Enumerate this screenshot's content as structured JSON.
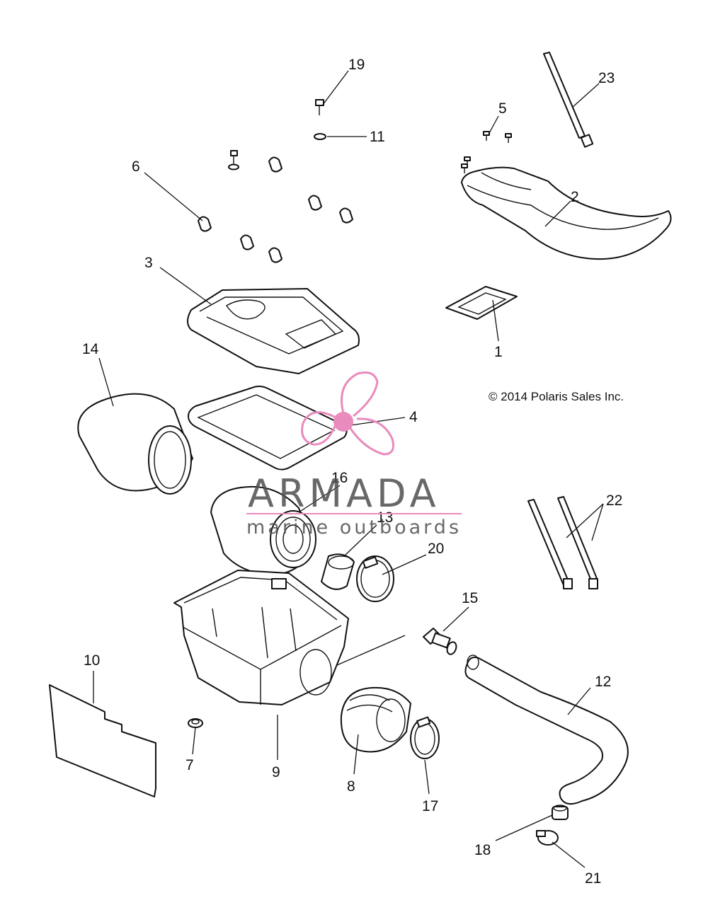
{
  "copyright": "© 2014 Polaris Sales Inc.",
  "watermark": {
    "brand": "ARMADA",
    "tagline": "marine outboards",
    "icon": "propeller-logo",
    "color": "#e98bbd"
  },
  "callouts": [
    "1",
    "2",
    "3",
    "4",
    "5",
    "6",
    "7",
    "8",
    "9",
    "10",
    "11",
    "12",
    "13",
    "14",
    "15",
    "16",
    "17",
    "18",
    "19",
    "20",
    "21",
    "22",
    "23"
  ]
}
